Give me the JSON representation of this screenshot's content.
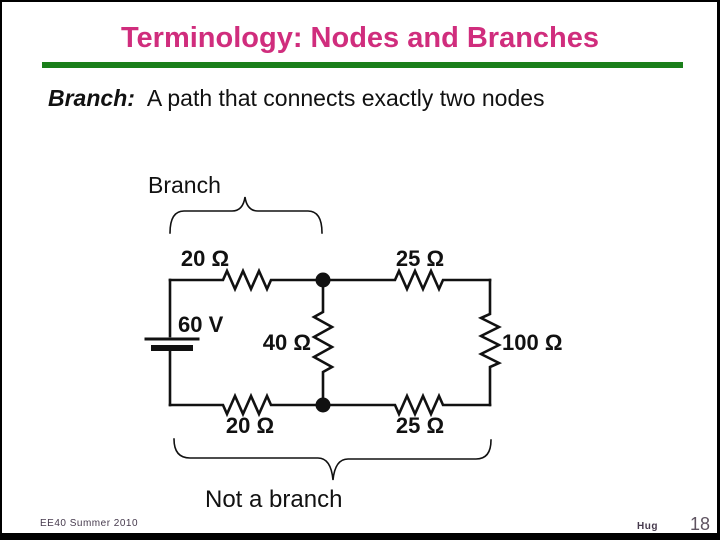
{
  "slide": {
    "title": "Terminology: Nodes and Branches",
    "definition_term": "Branch:",
    "definition_text": "A path that connects exactly two nodes",
    "footer_left": "EE40 Summer 2010",
    "footer_author": "Hug",
    "page_number": "18"
  },
  "colors": {
    "title_pink": "#d02d7d",
    "rule_green": "#1a7f1a",
    "ink_black": "#111111",
    "footer_purple": "#463a4d",
    "page_number_gray": "#5e5360"
  },
  "circuit": {
    "annotations": {
      "branch_label": "Branch",
      "not_branch_label": "Not a branch"
    },
    "source": {
      "label": "60 V"
    },
    "resistors": {
      "top_left": "20 Ω",
      "top_right": "25 Ω",
      "middle": "40 Ω",
      "right": "100 Ω",
      "bottom_left": "20 Ω",
      "bottom_right": "25 Ω"
    }
  }
}
